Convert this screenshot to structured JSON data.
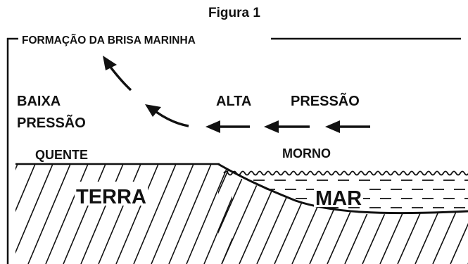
{
  "figure": {
    "caption": "Figura 1",
    "title": "FORMAÇÃO DA BRISA MARINHA"
  },
  "labels": {
    "low_pressure_line1": "BAIXA",
    "low_pressure_line2": "PRESSÃO",
    "high_pressure_word1": "ALTA",
    "high_pressure_word2": "PRESSÃO",
    "land_temperature": "QUENTE",
    "sea_temperature": "MORNO",
    "land": "TERRA",
    "sea": "MAR"
  },
  "colors": {
    "ink": "#111111",
    "background": "#ffffff"
  },
  "icons": [
    "arrow-left-icon",
    "curved-arrow-up-left-icon"
  ]
}
